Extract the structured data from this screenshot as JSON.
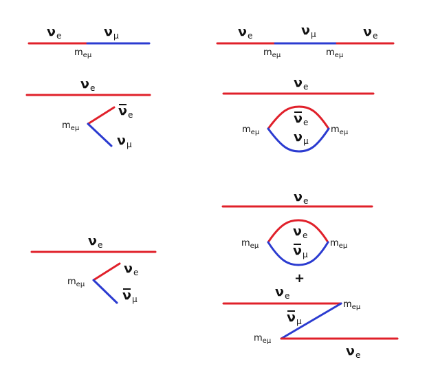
{
  "labels": {
    "nu": "ν",
    "nu_bar": "ν̄",
    "sub_e": "e",
    "sub_mu": "μ",
    "mass": "m",
    "mass_sub": "eμ",
    "plus": "+"
  },
  "colors": {
    "electron_line": "#e0202a",
    "muon_line": "#2b3bd0"
  }
}
